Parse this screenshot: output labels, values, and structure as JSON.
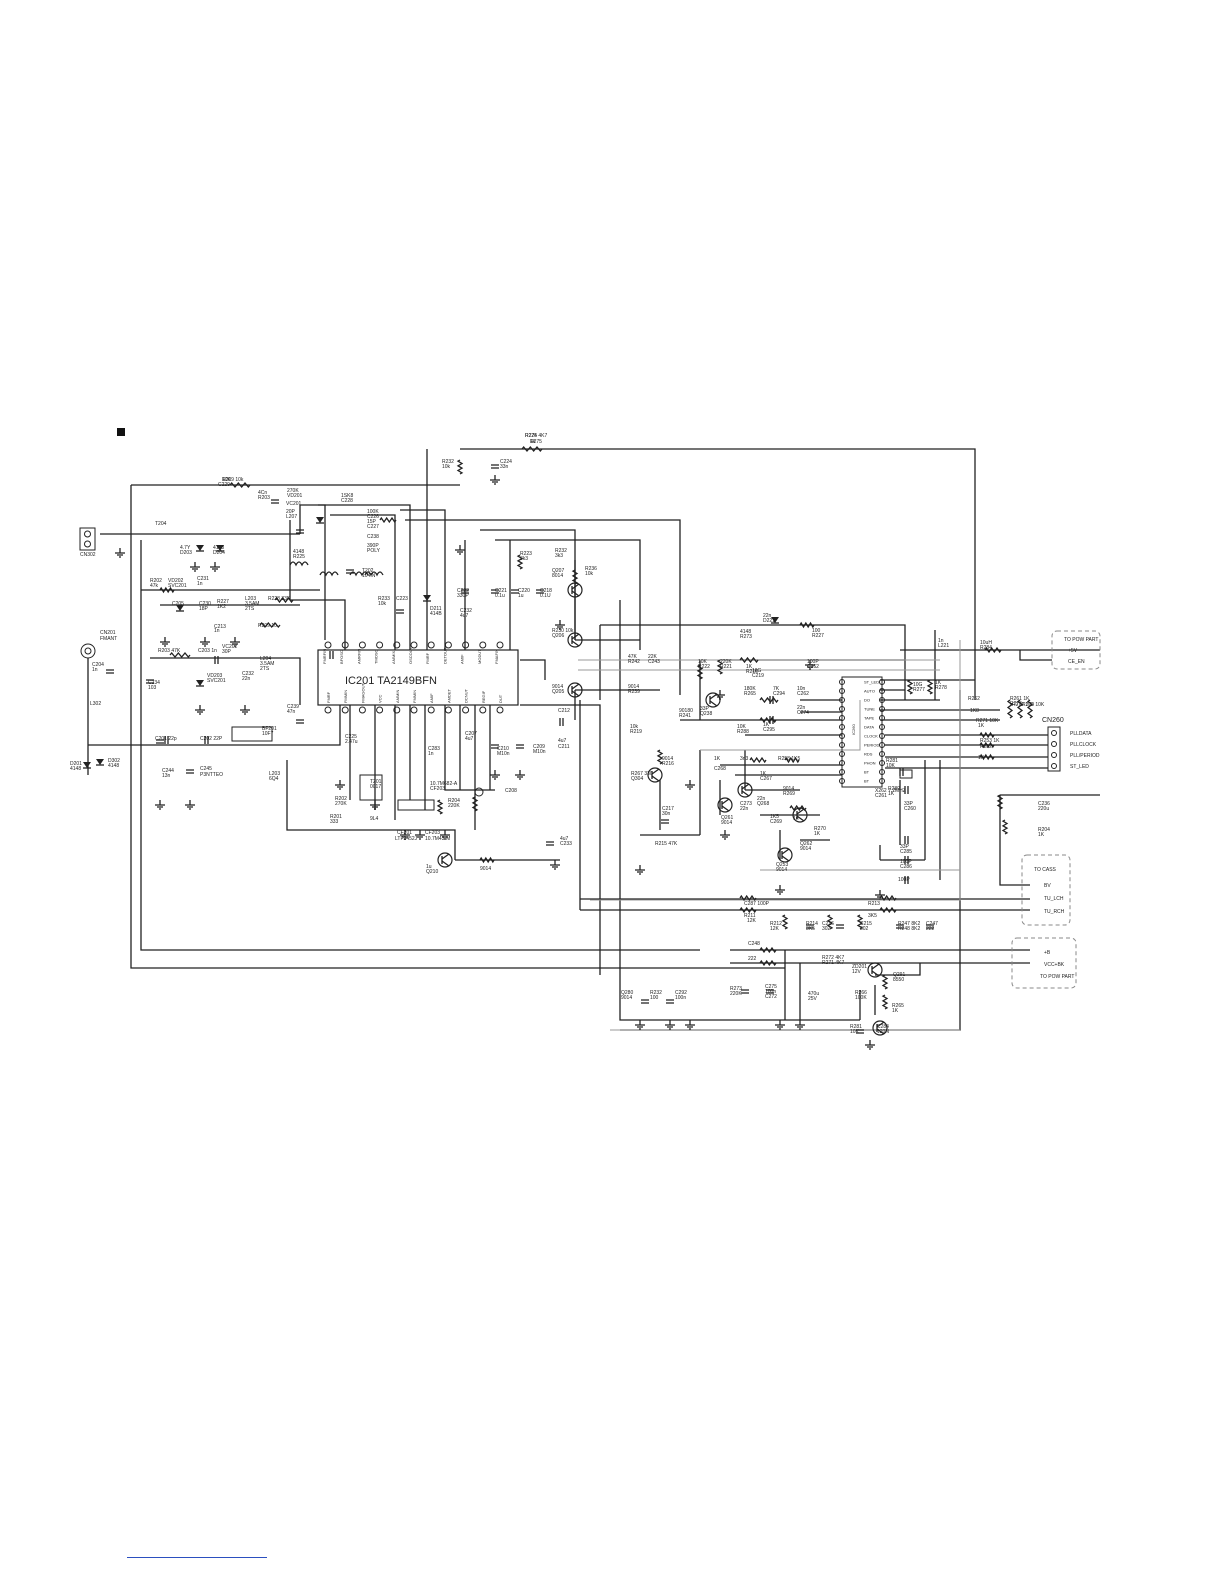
{
  "ic": {
    "name": "IC201 TA2149BFN",
    "pins_top": [
      "FMRFIN",
      "BFOSC",
      "AMRFIN",
      "TMOSC",
      "AMMIX",
      "OSCOUT",
      "FMRF",
      "DETOUT",
      "AMIF",
      "MODUT",
      "FMAFIN"
    ],
    "pins_bottom": [
      "FMRF",
      "FMMIN",
      "FMAGOUT",
      "VCC",
      "AMMIN",
      "FMMIN",
      "AMIF",
      "AMDET",
      "DCNUT",
      "REGIF",
      "DUT"
    ]
  },
  "connectors": {
    "cn302": "CN302",
    "cn201": {
      "ref": "CN201",
      "name": "FMANT"
    },
    "cn260": {
      "ref": "CN260",
      "pins": [
        "PLLDATA",
        "PLLCLOCK",
        "PLL/PERIOD",
        "ST_LED"
      ]
    },
    "pow1": {
      "title": "TO POW PART",
      "pins": [
        "+5V",
        "CE_EN"
      ]
    },
    "cass": {
      "title": "TO CASS",
      "pins": [
        "BV",
        "TU_LCH",
        "TU_RCH"
      ]
    },
    "pow2": {
      "title": "TO POW PART",
      "pins": [
        "+B",
        "VCC+BK"
      ]
    }
  },
  "labels": [
    "R225",
    "1k",
    "R209 10k",
    "C229",
    "4Cn",
    "R203",
    "270K",
    "VD201",
    "1SK8",
    "C228",
    "VC201",
    "20P",
    "L207",
    "T204",
    "4.7Y",
    "D203",
    "4148",
    "D204",
    "4148",
    "R225",
    "100K",
    "C226",
    "15P",
    "C227",
    "C238",
    "390P",
    "POLY",
    "T202",
    "104IN",
    "R202",
    "47k",
    "VD202",
    "SVC201",
    "C231",
    "1n",
    "C230",
    "18P",
    "R227",
    "1K2",
    "L203",
    "3.5AM",
    "2TS",
    "R228 33R",
    "C205",
    "C213",
    "1n",
    "R209 10",
    "R233",
    "10k",
    "C223",
    "C222",
    "330P",
    "C221",
    "0.1u",
    "C220",
    "1u",
    "C218",
    "0.1U",
    "D211",
    "414B",
    "R223",
    "3k3",
    "C232",
    "4u7",
    "Q207",
    "8014",
    "R232",
    "3k3",
    "R236",
    "10k",
    "R232",
    "10k",
    "C224",
    "33n",
    "R203 47K",
    "C203 1n",
    "VC202",
    "30P",
    "L204",
    "3.5AM",
    "2TS",
    "C204",
    "1n",
    "C234",
    "103",
    "VD203",
    "SVC201",
    "C232",
    "22n",
    "L302",
    "C201 22p",
    "C202 22P",
    "BF201",
    "10F7",
    "L203",
    "6Q4",
    "C239",
    "47n",
    "C225",
    "2.47u",
    "D201",
    "4148",
    "D302",
    "4148",
    "C244",
    "13n",
    "C245",
    "P3NTTEO",
    "R201",
    "333",
    "R202",
    "270K",
    "T201",
    "0017",
    "9L4",
    "CF201",
    "LTF2452J",
    "CF203",
    "10.7M43-M",
    "10.7M682-A",
    "CF203",
    "C208",
    "R204",
    "220K",
    "C283",
    "1n",
    "C207",
    "4u7",
    "C210",
    "M10n",
    "C209",
    "M10n",
    "C212",
    "4u7",
    "C211",
    "4u7",
    "C233",
    "1u",
    "Q210",
    "9014",
    "R230 10k",
    "Q206",
    "9014",
    "Q205",
    "9014",
    "R239",
    "10k",
    "R219",
    "47K",
    "R242",
    "22K",
    "C243",
    "22n",
    "D221",
    "4148",
    "R273",
    "10K",
    "R222",
    "220K",
    "R221",
    "1K",
    "R216",
    "10G",
    "C219",
    "33P",
    "Q238",
    "90180",
    "R241",
    "180K",
    "R265",
    "7K",
    "C294",
    "10n",
    "C262",
    "22n",
    "C274",
    "100P",
    "C262",
    "100",
    "R227",
    "10K",
    "R288",
    "1K",
    "C295",
    "1n",
    "L221",
    "10uH",
    "R284",
    "10G",
    "R277",
    "1K",
    "R278",
    "1K",
    "R253 1K",
    "R282",
    "1K",
    "R261 1K",
    "R276",
    "1K",
    "C268",
    "3n3",
    "R258 1K5",
    "R267 330",
    "Q304",
    "9014",
    "R216",
    "1K",
    "C267",
    "22n",
    "Q268",
    "9014",
    "R269",
    "1K5",
    "C269",
    "1n",
    "R270",
    "1K",
    "C273",
    "22n",
    "Q261",
    "9014",
    "Q253",
    "9014",
    "Q262",
    "9014",
    "C217",
    "30n",
    "R215 47K",
    "R280",
    "1K",
    "R281",
    "10K",
    "X262 7.2MHZ",
    "C261",
    "33P",
    "C260",
    "33P",
    "C285",
    "100P",
    "C286",
    "100P",
    "C287 100P",
    "R211",
    "12K",
    "R212",
    "12K",
    "R214",
    "3K5",
    "C216",
    "302",
    "C215",
    "302",
    "R213",
    "3K5",
    "R247 8K2",
    "R248 8K2",
    "C247",
    "222",
    "C248",
    "222",
    "R272 4K7",
    "R271 4K7",
    "R273",
    "220K",
    "C275",
    "100n",
    "C272",
    "470u",
    "25V",
    "ZD201",
    "12V",
    "Q291",
    "8550",
    "R266",
    "100K",
    "R265",
    "1K",
    "R281",
    "10K",
    "C284",
    "120N",
    "Q280",
    "9014",
    "R232",
    "100",
    "C292",
    "100n",
    "C236",
    "220u",
    "R204",
    "1K",
    "R262",
    "1K8",
    "R271 10K",
    "R272 100",
    "R273 10K",
    "R274 4K7",
    "R275",
    "10K"
  ],
  "ic_led": [
    "ST_LED",
    "AUTO",
    "DO",
    "TUNE",
    "TAPE",
    "DATA",
    "CLOCK",
    "PERIOD",
    "RDS",
    "PHON",
    "BT",
    "BT"
  ],
  "ic_led_ref": "IC260"
}
